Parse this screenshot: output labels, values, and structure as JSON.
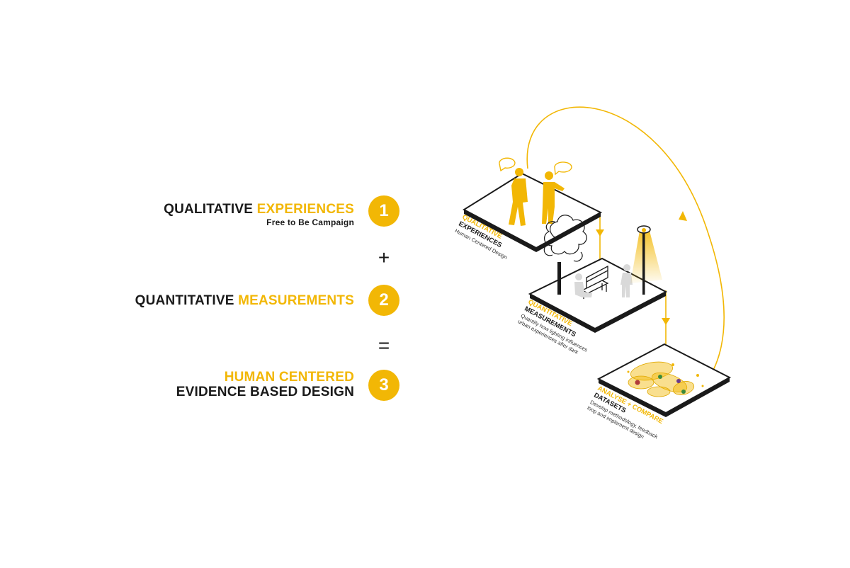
{
  "steps": [
    {
      "number": "1",
      "line1_dark": "QUALITATIVE ",
      "line1_yellow": "EXPERIENCES",
      "subtitle": "Free to Be Campaign"
    },
    {
      "number": "2",
      "line1_dark": "QUANTITATIVE ",
      "line1_yellow": "MEASUREMENTS"
    },
    {
      "number": "3",
      "line1_yellow": "HUMAN CENTERED",
      "line2_dark": "EVIDENCE BASED DESIGN"
    }
  ],
  "operators": {
    "plus": "+",
    "equals": "="
  },
  "platforms": [
    {
      "title_yellow": "QUALITATIVE",
      "title_dark": "EXPERIENCES",
      "desc": [
        "Human Centered Design"
      ]
    },
    {
      "title_yellow": "QUANTITATIVE",
      "title_dark": "MEASUREMENTS",
      "desc": [
        "Quantify how lighting influences",
        "urban experiences after dark"
      ]
    },
    {
      "title_yellow": "ANALYSE + COMPARE",
      "title_dark": "DATASETS",
      "desc": [
        "Develop methodology, feedback",
        "loop and implement design"
      ]
    }
  ],
  "colors": {
    "accent": "#f2b705",
    "text": "#1a1a1a",
    "figure_grey": "#d9d9d9"
  }
}
